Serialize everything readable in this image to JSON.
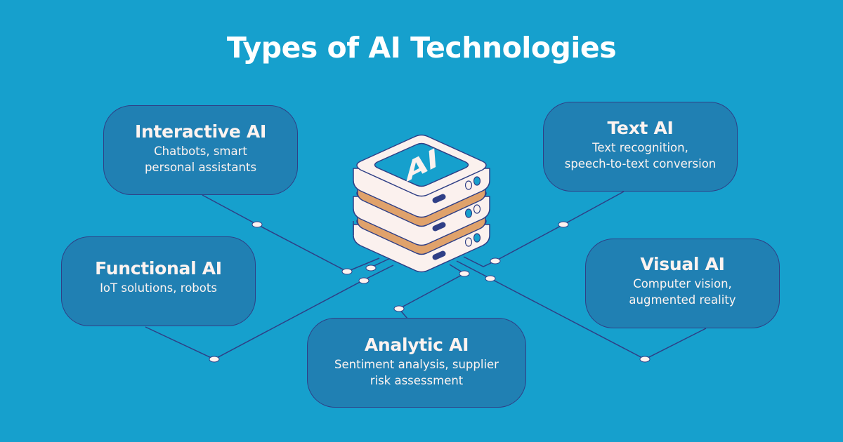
{
  "title": "Types of AI Technologies",
  "colors": {
    "background": "#16a0cd",
    "card_fill": "#2080b3",
    "card_border": "#2f3f86",
    "text": "#fdf3f0",
    "server_body": "#fbf1ee",
    "server_accent": "#e0a26b",
    "server_outline": "#2f3f86",
    "node_fill": "#fdf3f0"
  },
  "center_icon": {
    "label": "AI",
    "type": "server-stack-icon",
    "layers": 3
  },
  "cards": {
    "interactive": {
      "title": "Interactive AI",
      "description": "Chatbots, smart\npersonal assistants"
    },
    "text": {
      "title": "Text AI",
      "description": "Text recognition,\nspeech-to-text conversion"
    },
    "functional": {
      "title": "Functional AI",
      "description": "IoT solutions, robots"
    },
    "visual": {
      "title": "Visual AI",
      "description": "Computer vision,\naugmented reality"
    },
    "analytic": {
      "title": "Analytic AI",
      "description": "Sentiment analysis, supplier\nrisk assessment"
    }
  }
}
